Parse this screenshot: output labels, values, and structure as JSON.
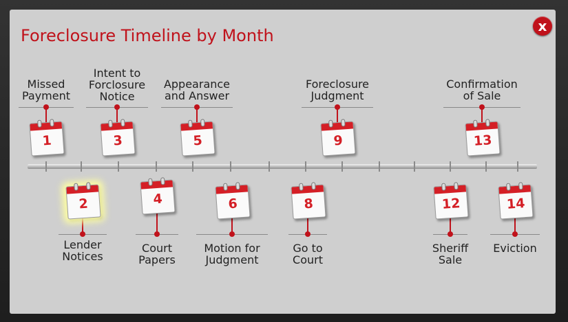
{
  "title": "Foreclosure Timeline by Month",
  "close_label": "x",
  "milestones": [
    {
      "month": "1",
      "label_lines": [
        "Missed",
        "Payment"
      ]
    },
    {
      "month": "2",
      "label_lines": [
        "Lender",
        "Notices"
      ]
    },
    {
      "month": "3",
      "label_lines": [
        "Intent to",
        "Forclosure",
        "Notice"
      ]
    },
    {
      "month": "4",
      "label_lines": [
        "Court",
        "Papers"
      ]
    },
    {
      "month": "5",
      "label_lines": [
        "Appearance",
        "and Answer"
      ]
    },
    {
      "month": "6",
      "label_lines": [
        "Motion for",
        "Judgment"
      ]
    },
    {
      "month": "8",
      "label_lines": [
        "Go to",
        "Court"
      ]
    },
    {
      "month": "9",
      "label_lines": [
        "Foreclosure",
        "Judgment"
      ]
    },
    {
      "month": "12",
      "label_lines": [
        "Sheriff",
        "Sale"
      ]
    },
    {
      "month": "13",
      "label_lines": [
        "Confirmation",
        "of Sale"
      ]
    },
    {
      "month": "14",
      "label_lines": [
        "Eviction"
      ]
    }
  ],
  "colors": {
    "accent": "#c0121b",
    "panel": "#cfcfcf",
    "frame": "#1e1e1e"
  }
}
